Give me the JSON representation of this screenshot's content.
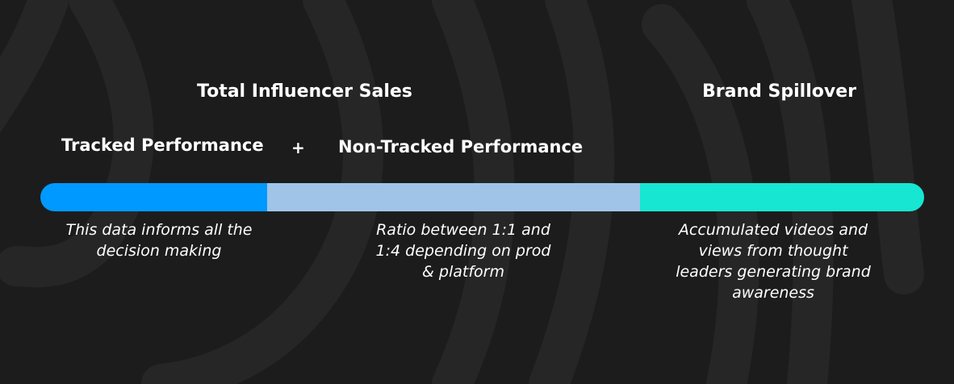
{
  "headings": {
    "total_influencer_sales": "Total Influencer Sales",
    "brand_spillover": "Brand Spillover",
    "tracked_performance": "Tracked Performance",
    "plus": "+",
    "non_tracked_performance": "Non-Tracked Performance"
  },
  "bar": {
    "segments": [
      {
        "id": "tracked",
        "color": "#0099ff"
      },
      {
        "id": "non_tracked",
        "color": "#a0c4e8"
      },
      {
        "id": "spillover",
        "color": "#17e6d2"
      }
    ]
  },
  "descriptions": {
    "tracked": "This data informs all the decision making",
    "non_tracked": "Ratio between 1:1 and 1:4 depending on prod & platform",
    "spillover": "Accumulated videos and views from thought leaders generating brand awareness"
  },
  "colors": {
    "background": "#1c1c1c",
    "swirl": "#262626",
    "text": "#ffffff"
  }
}
